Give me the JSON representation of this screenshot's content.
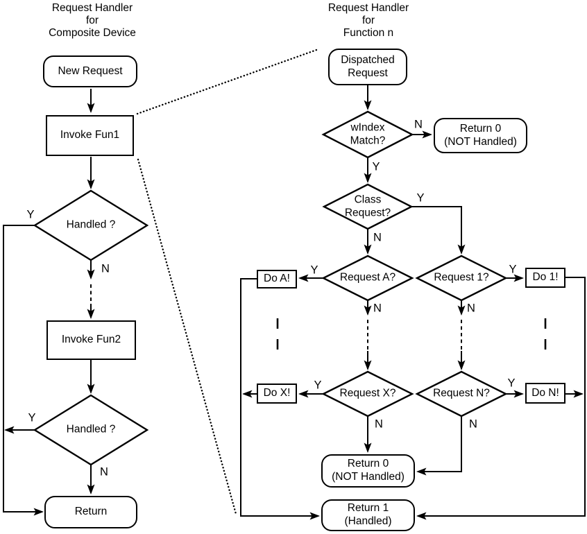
{
  "colors": {
    "ink": "#000000",
    "background": "#ffffff"
  },
  "left_chart": {
    "title": {
      "line1": "Request Handler",
      "line2": "for",
      "line3": "Composite Device"
    },
    "nodes": {
      "new_request": "New Request",
      "invoke_fun1": "Invoke Fun1",
      "handled_1": "Handled ?",
      "invoke_fun2": "Invoke Fun2",
      "handled_2": "Handled ?",
      "return": "Return"
    },
    "branch_labels": {
      "handled_1_yes": "Y",
      "handled_1_no": "N",
      "handled_2_yes": "Y",
      "handled_2_no": "N"
    }
  },
  "right_chart": {
    "title": {
      "line1": "Request Handler",
      "line2": "for",
      "line3": "Function n"
    },
    "nodes": {
      "dispatched_request": {
        "line1": "Dispatched",
        "line2": "Request"
      },
      "windex_match": {
        "line1": "wIndex",
        "line2": "Match?"
      },
      "return_0_top": {
        "line1": "Return 0",
        "line2": "(NOT Handled)"
      },
      "class_request": {
        "line1": "Class",
        "line2": "Request?"
      },
      "request_a": "Request A?",
      "request_1": "Request 1?",
      "request_x": "Request X?",
      "request_n": "Request N?",
      "do_a": "Do A!",
      "do_1": "Do 1!",
      "do_x": "Do X!",
      "do_n": "Do N!",
      "return_0_bottom": {
        "line1": "Return 0",
        "line2": "(NOT Handled)"
      },
      "return_1": {
        "line1": "Return 1",
        "line2": "(Handled)"
      }
    },
    "branch_labels": {
      "windex_no": "N",
      "windex_yes": "Y",
      "class_yes": "Y",
      "class_no": "N",
      "request_a_yes": "Y",
      "request_a_no": "N",
      "request_1_yes": "Y",
      "request_1_no": "N",
      "request_x_yes": "Y",
      "request_x_no": "N",
      "request_n_yes": "Y",
      "request_n_no": "N"
    }
  }
}
